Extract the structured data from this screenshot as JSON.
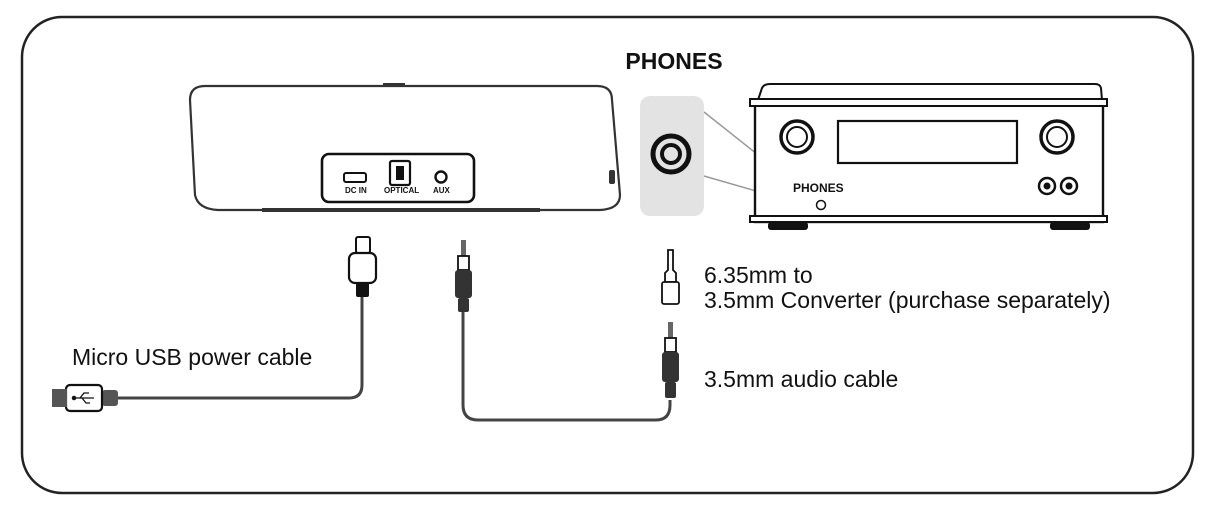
{
  "diagram": {
    "title": "PHONES",
    "amplifier_label": "PHONES",
    "ports": {
      "dc_in": "DC IN",
      "optical": "OPTICAL",
      "aux": "AUX"
    },
    "labels": {
      "usb_cable": "Micro USB power cable",
      "converter_line1": "6.35mm to",
      "converter_line2": "3.5mm Converter (purchase separately)",
      "audio_cable": "3.5mm audio cable"
    }
  }
}
